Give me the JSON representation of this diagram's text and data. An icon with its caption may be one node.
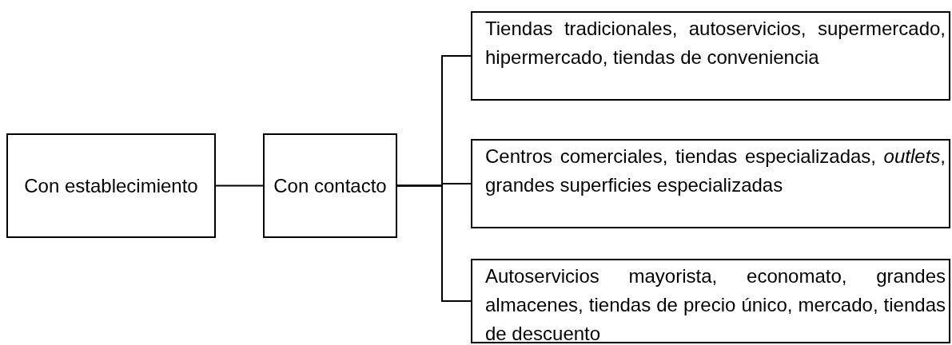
{
  "diagram": {
    "nodes": [
      {
        "text": [
          "Con establecimiento"
        ]
      },
      {
        "text": [
          "Con contacto"
        ]
      },
      {
        "text": [
          "Tiendas tradicionales, autoservicios, supermercado, hipermercado, tiendas de conveniencia"
        ]
      },
      {
        "text": [
          "Centros comerciales, tiendas especializadas, *outlets*, grandes superficies especializadas"
        ]
      },
      {
        "text": [
          "Autoservicios mayorista, economato, grandes almacenes, tiendas de precio único, mercado, tiendas de descuento"
        ]
      }
    ],
    "edges": [
      {
        "from": 0,
        "to": 1,
        "arrow": "none"
      },
      {
        "from": 1,
        "to": 2,
        "arrow": "none"
      },
      {
        "from": 1,
        "to": 3,
        "arrow": "none"
      },
      {
        "from": 1,
        "to": 4,
        "arrow": "none"
      }
    ]
  }
}
